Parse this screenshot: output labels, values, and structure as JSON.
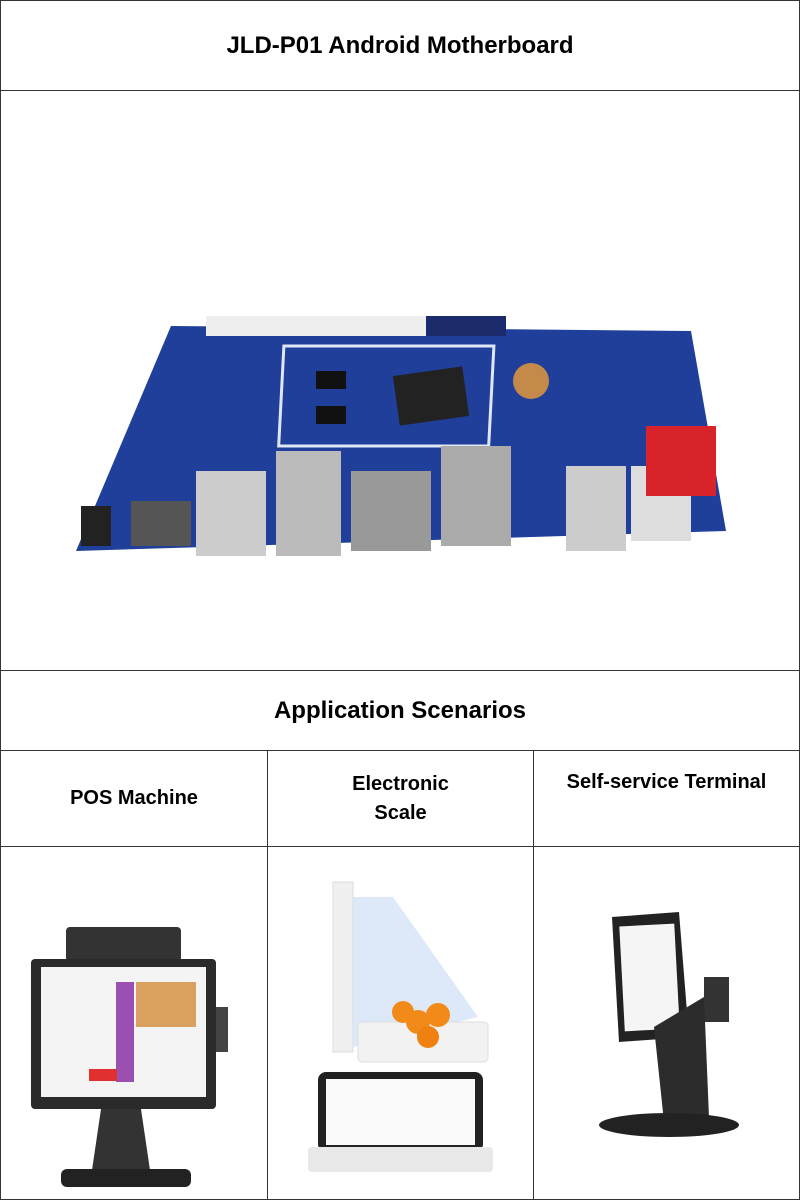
{
  "title": "JLD-P01 Android Motherboard",
  "section_title": "Application Scenarios",
  "scenarios": [
    {
      "label": "POS Machine"
    },
    {
      "label": "Electronic\nScale"
    },
    {
      "label": "Self-service Terminal"
    }
  ],
  "colors": {
    "border": "#333333",
    "pcb": "#1f3f9a"
  }
}
